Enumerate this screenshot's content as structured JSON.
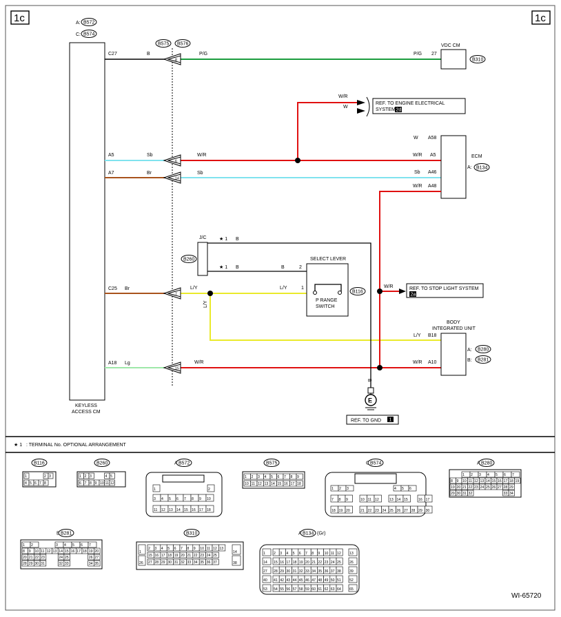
{
  "page_tag": "1c",
  "figure_id": "WI-65720",
  "footnote": {
    "marker": "★ 1",
    "text": ": TERMINAL No. OPTIONAL ARRANGEMENT"
  },
  "keyless": {
    "label_line1": "KEYLESS",
    "label_line2": "ACCESS CM",
    "conn_a_prefix": "A:",
    "conn_a": "B572",
    "conn_c_prefix": "C:",
    "conn_c": "B574",
    "pins": [
      {
        "pin": "C27",
        "color": "B"
      },
      {
        "pin": "A5",
        "color": "Sb"
      },
      {
        "pin": "A7",
        "color": "Br"
      },
      {
        "pin": "C25",
        "color": "Br"
      },
      {
        "pin": "A18",
        "color": "Lg"
      }
    ]
  },
  "joint_connectors": [
    "B575",
    "B576"
  ],
  "joint_pins": [
    "8",
    "6",
    "14",
    "7",
    "15"
  ],
  "vdc": {
    "label": "VDC CM",
    "connector": "B310",
    "pin": "27",
    "wire": "P/G",
    "wire_left": "P/G"
  },
  "engine_ref": {
    "w1": "W/R",
    "w2": "W",
    "line1": "REF. TO ENGINE ELECTRICAL",
    "line2": "SYSTEM",
    "badge": "2d"
  },
  "ecm": {
    "label": "ECM",
    "prefix": "A:",
    "connector": "B134",
    "pins": [
      {
        "pin": "A58",
        "color": "W"
      },
      {
        "pin": "A5",
        "color": "W/R"
      },
      {
        "pin": "A46",
        "color": "Sb"
      },
      {
        "pin": "A48",
        "color": "W/R"
      }
    ],
    "wire_a5_left": "W/R",
    "wire_a7_left": "Sb"
  },
  "jc": {
    "label": "J/C",
    "connector": "B260",
    "star1": "★ 1",
    "color1": "B",
    "star2": "★ 1",
    "color2": "B"
  },
  "select_lever": {
    "label": "SELECT LEVER",
    "connector": "B116",
    "switch_line1": "P RANGE",
    "switch_line2": "SWITCH",
    "pin_top": "2",
    "pin_top_color": "B",
    "pin_in": "1",
    "pin_in_color": "L/Y"
  },
  "c25_wire": "L/Y",
  "vertical_ly": "L/Y",
  "stop_light": {
    "wire": "W/R",
    "line1": "REF. TO STOP LIGHT SYSTEM",
    "badge": "2a"
  },
  "biu": {
    "label_line1": "BODY",
    "label_line2": "INTEGRATED UNIT",
    "prefix_a": "A:",
    "conn_a": "B280",
    "prefix_b": "B:",
    "conn_b": "B281",
    "pin_b18": "B18",
    "pin_b18_color": "L/Y",
    "pin_a10": "A10",
    "pin_a10_color": "W/R",
    "a18_wire": "W/R"
  },
  "ground": {
    "wire": "B",
    "symbol": "E",
    "line1": "REF. TO GND",
    "badge": "1"
  },
  "connector_views": [
    {
      "prefix": "",
      "id": "B116"
    },
    {
      "prefix": "",
      "id": "B260"
    },
    {
      "prefix": "A:",
      "id": "B572"
    },
    {
      "prefix": "",
      "id": "B575"
    },
    {
      "prefix": "C:",
      "id": "B574"
    },
    {
      "prefix": "A:",
      "id": "B280"
    },
    {
      "prefix": "B:",
      "id": "B281"
    },
    {
      "prefix": "",
      "id": "B310"
    },
    {
      "prefix": "A:",
      "id": "B134",
      "suffix": "(Gr)"
    }
  ],
  "colors": {
    "green": "#1a9c3c",
    "red": "#e01010",
    "cyan": "#7fe3ee",
    "brown": "#a8521b",
    "yellow": "#eaea2a",
    "lightgreen": "#9ee8a8"
  }
}
